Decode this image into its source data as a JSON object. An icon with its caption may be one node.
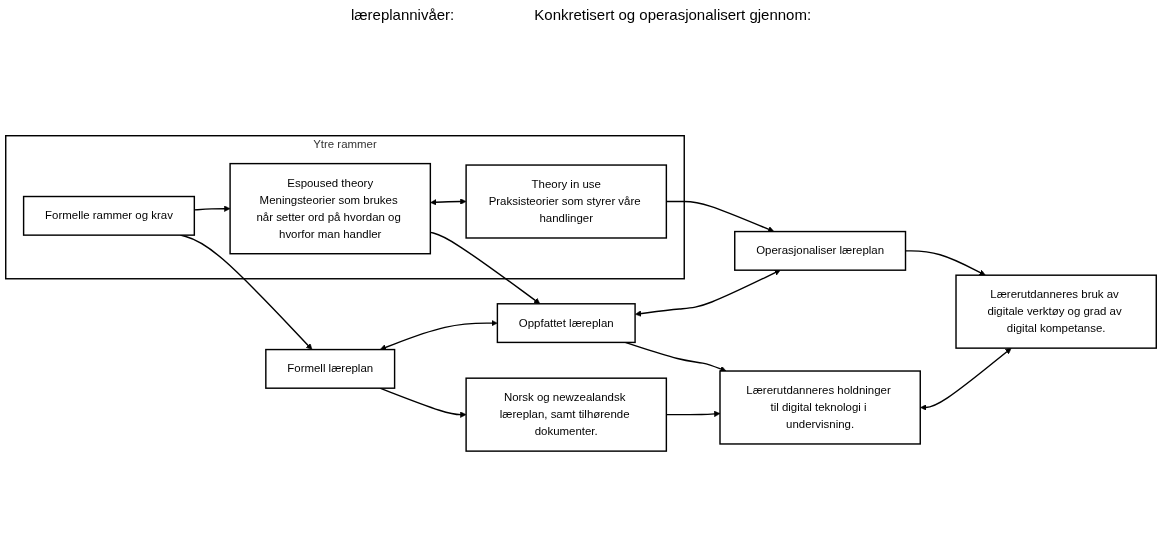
{
  "diagram": {
    "nodes": [
      {
        "text": [
          "Ytre rammer"
        ]
      },
      {
        "text": [
          "Formelle rammer og krav"
        ],
        "in": 0
      },
      {
        "text": [
          "Espoused theory",
          "Meningsteorier som brukes når setter ord på hvordan og hvorfor man handler"
        ],
        "in": 0
      },
      {
        "text": [
          "Theory in use",
          "Praksisteorier som styrer våre handlinger"
        ],
        "in": 0
      },
      {
        "text": [
          "Formell læreplan"
        ]
      },
      {
        "text": [
          "Oppfattet læreplan"
        ]
      },
      {
        "text": [
          "Operasjonaliser læreplan"
        ]
      },
      {
        "text": [
          "Norsk og newzealandsk læreplan, samt tilhørende dokumenter."
        ]
      },
      {
        "text": [
          "Lærerutdanneres holdninger til digital teknologi i undervisning."
        ]
      },
      {
        "text": [
          "Lærerutdanneres bruk av digitale verktøy og grad av digital kompetanse."
        ]
      }
    ],
    "edges": [
      {
        "from": 1,
        "to": 2,
        "arrow": "to"
      },
      {
        "from": 2,
        "to": 3,
        "arrow": "both"
      },
      {
        "from": 1,
        "to": 4,
        "arrow": "to"
      },
      {
        "from": 2,
        "to": 5,
        "arrow": "to"
      },
      {
        "from": 3,
        "to": 6,
        "arrow": "to"
      },
      {
        "from": 4,
        "to": 5,
        "arrow": "both"
      },
      {
        "from": 5,
        "to": 6,
        "arrow": "both"
      },
      {
        "from": 4,
        "to": 7,
        "arrow": "to"
      },
      {
        "from": 5,
        "to": 8,
        "arrow": "to"
      },
      {
        "from": 6,
        "to": 9,
        "arrow": "to"
      },
      {
        "from": 7,
        "to": 8,
        "arrow": "to"
      },
      {
        "from": 8,
        "to": 9,
        "arrow": "both"
      }
    ],
    "labels": [
      "læreplannivåer:",
      "Konkretisert og operasjonalisert gjennom:"
    ]
  }
}
